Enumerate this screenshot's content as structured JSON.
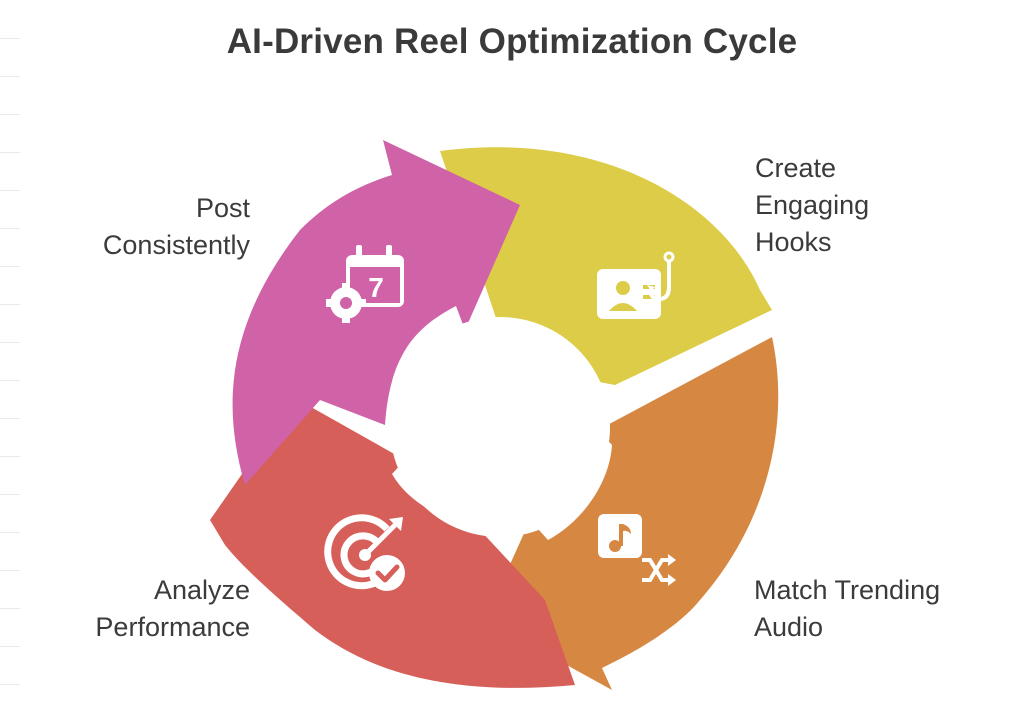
{
  "title": "AI-Driven Reel Optimization Cycle",
  "colors": {
    "create_hooks": "#dccc47",
    "trending_audio": "#d68843",
    "analyze": "#d65f59",
    "post": "#d062a8",
    "icon": "#ffffff",
    "text": "#3b3b3b"
  },
  "steps": [
    {
      "id": "create_hooks",
      "icon": "portrait-fish-hook-icon",
      "label_lines": [
        "Create",
        "Engaging",
        "Hooks"
      ]
    },
    {
      "id": "trending_audio",
      "icon": "music-note-shuffle-icon",
      "label_lines": [
        "Match Trending",
        "Audio"
      ]
    },
    {
      "id": "analyze",
      "icon": "target-arrow-check-icon",
      "label_lines": [
        "Analyze",
        "Performance"
      ]
    },
    {
      "id": "post",
      "icon": "calendar-gear-icon",
      "label_lines": [
        "Post",
        "Consistently"
      ],
      "icon_text": "7"
    }
  ]
}
